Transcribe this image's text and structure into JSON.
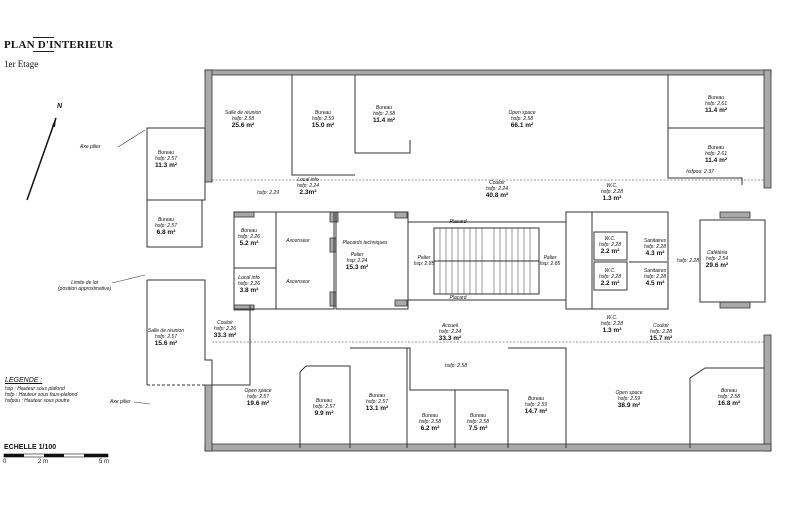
{
  "header": {
    "title": "PLAN D'INTERIEUR",
    "subtitle": "1er Etage"
  },
  "north": "N",
  "notes": [
    "Axe pilier",
    "Limite de lot\n(position approximative)",
    "Axe pilier"
  ],
  "rooms": [
    {
      "name": "Salle de réunion",
      "height": "hsfp: 2.58",
      "area": "25.6 m²"
    },
    {
      "name": "Bureau",
      "height": "hsfp: 2.59",
      "area": "15.0 m²"
    },
    {
      "name": "Bureau",
      "height": "hsfp: 2.58",
      "area": "11.4 m²"
    },
    {
      "name": "Open space",
      "height": "hsfp: 2.58",
      "area": "66.1 m²"
    },
    {
      "name": "Bureau",
      "height": "hsfp: 2.61",
      "area": "11.4 m²"
    },
    {
      "name": "Bureau",
      "height": "hsfp: 2.61",
      "area": "11.4 m²"
    },
    {
      "name": "",
      "height": "hsfpou: 2.37",
      "area": ""
    },
    {
      "name": "Bureau",
      "height": "hsfp: 2.57",
      "area": "11.3 m²"
    },
    {
      "name": "Bureau",
      "height": "hsfp: 2.57",
      "area": "6.8 m²"
    },
    {
      "name": "",
      "height": "hsfp: 2.29",
      "area": ""
    },
    {
      "name": "Local info",
      "height": "hsfp: 2.24",
      "area": "2.3m²"
    },
    {
      "name": "Couloir",
      "height": "hsfp: 2.24",
      "area": "40.8 m²"
    },
    {
      "name": "W.C.",
      "height": "hsfp: 2.28",
      "area": "1.3 m²"
    },
    {
      "name": "Bureau",
      "height": "hsfp: 2.26",
      "area": "5.2 m²"
    },
    {
      "name": "Local info",
      "height": "hsfp: 2.26",
      "area": "3.8 m²"
    },
    {
      "name": "Ascenseur",
      "height": "",
      "area": ""
    },
    {
      "name": "Ascenseur",
      "height": "",
      "area": ""
    },
    {
      "name": "Placards techniques",
      "height": "",
      "area": ""
    },
    {
      "name": "Palier",
      "height": "hsp: 2.24",
      "area": "15.3 m²"
    },
    {
      "name": "Palier",
      "height": "hsp: 2.85",
      "area": ""
    },
    {
      "name": "Palier",
      "height": "hsp: 2.85",
      "area": ""
    },
    {
      "name": "Placard",
      "height": "",
      "area": ""
    },
    {
      "name": "Placard",
      "height": "",
      "area": ""
    },
    {
      "name": "W.C.",
      "height": "hsfp: 2.28",
      "area": "2.2 m²"
    },
    {
      "name": "W.C.",
      "height": "hsfp: 2.28",
      "area": "2.2 m²"
    },
    {
      "name": "Sanitaires",
      "height": "hsfp: 2.28",
      "area": "4.3 m²"
    },
    {
      "name": "Sanitaires",
      "height": "hsfp: 2.28",
      "area": "4.5 m²"
    },
    {
      "name": "",
      "height": "hsfp: 2.28",
      "area": ""
    },
    {
      "name": "Cafétéria",
      "height": "hsfp: 2.54",
      "area": "29.6 m²"
    },
    {
      "name": "Couloir",
      "height": "hsfp: 2.26",
      "area": "33.3 m²"
    },
    {
      "name": "Accueil",
      "height": "hsfp: 2.24",
      "area": "33.3 m²"
    },
    {
      "name": "W.C.",
      "height": "hsfp: 2.28",
      "area": "1.3 m²"
    },
    {
      "name": "Couloir",
      "height": "hsfp: 2.28",
      "area": "15.7 m²"
    },
    {
      "name": "Salle de réunion",
      "height": "hsfp: 2.57",
      "area": "15.6 m²"
    },
    {
      "name": "Open space",
      "height": "hsfp: 2.57",
      "area": "19.6 m²"
    },
    {
      "name": "Bureau",
      "height": "hsfp: 2.57",
      "area": "9.9 m²"
    },
    {
      "name": "Bureau",
      "height": "hsfp: 2.57",
      "area": "13.1 m²"
    },
    {
      "name": "",
      "height": "hsfp: 2.58",
      "area": ""
    },
    {
      "name": "Bureau",
      "height": "hsfp: 2.58",
      "area": "6.2 m²"
    },
    {
      "name": "Bureau",
      "height": "hsfp: 2.58",
      "area": "7.5 m²"
    },
    {
      "name": "Bureau",
      "height": "hsfp: 2.59",
      "area": "14.7 m²"
    },
    {
      "name": "Open space",
      "height": "hsfp: 2.59",
      "area": "38.9 m²"
    },
    {
      "name": "Bureau",
      "height": "hsfp: 2.58",
      "area": "16.8 m²"
    }
  ],
  "legend": {
    "title": "LEGENDE :",
    "items": [
      "hsp  :  Hauteur sous plafond",
      "hsfp  :  Hauteur sous faux-plafond",
      "hsfpou  :  Hauteur sous poutre"
    ]
  },
  "scale": {
    "title": "ECHELLE 1/100",
    "ticks": [
      "0",
      "2 m",
      "5 m"
    ]
  },
  "colors": {
    "wall": "#a9a9a9",
    "line": "#333333"
  }
}
